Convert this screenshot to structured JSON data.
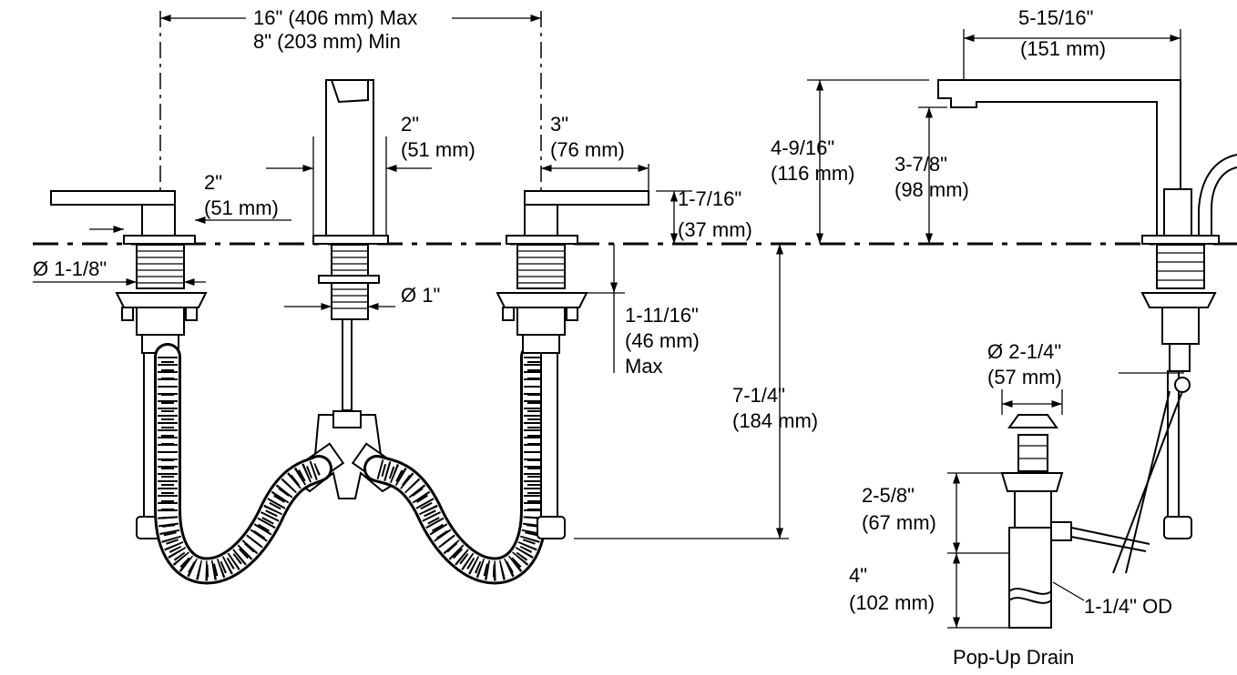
{
  "dimensions": {
    "spread_max": "16\" (406 mm) Max",
    "spread_min": "8\" (203 mm) Min",
    "spout_width_in": "2\"",
    "spout_width_mm": "(51 mm)",
    "handle_length_in": "3\"",
    "handle_length_mm": "(76 mm)",
    "handle_base_in": "2\"",
    "handle_base_mm": "(51 mm)",
    "handle_height_in": "1-7/16\"",
    "handle_height_mm": "(37 mm)",
    "handle_shank_dia": "Ø 1-1/8\"",
    "spout_shank_dia": "Ø 1\"",
    "deck_thickness_in": "1-11/16\"",
    "deck_thickness_mm": "(46 mm)",
    "deck_thickness_note": "Max",
    "below_deck_in": "7-1/4\"",
    "below_deck_mm": "(184 mm)",
    "spout_reach_in": "5-15/16\"",
    "spout_reach_mm": "(151 mm)",
    "spout_height_in": "4-9/16\"",
    "spout_height_mm": "(116 mm)",
    "spout_clearance_in": "3-7/8\"",
    "spout_clearance_mm": "(98 mm)",
    "drain_dia_in": "Ø 2-1/4\"",
    "drain_dia_mm": "(57 mm)",
    "drain_body_in": "2-5/8\"",
    "drain_body_mm": "(67 mm)",
    "drain_tail_in": "4\"",
    "drain_tail_mm": "(102 mm)",
    "tailpiece_od": "1-1/4\" OD"
  },
  "captions": {
    "drain": "Pop-Up Drain"
  }
}
